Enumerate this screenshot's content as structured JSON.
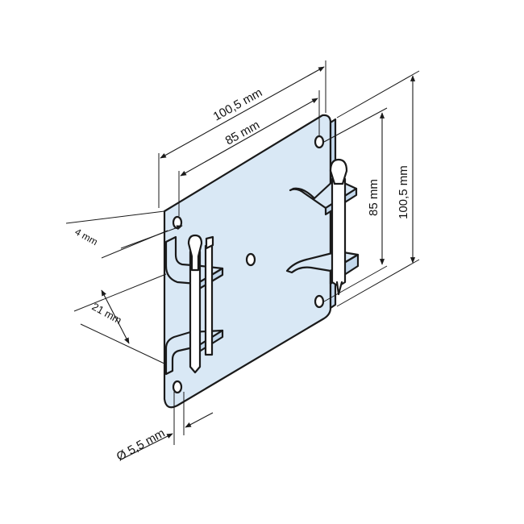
{
  "dimensions": {
    "width_overall": "100,5 mm",
    "width_holes": "85 mm",
    "height_holes": "85 mm",
    "height_overall": "100,5 mm",
    "edge_offset": "4 mm",
    "clip_depth": "21 mm",
    "hole_diameter": "Ø 5,5 mm"
  },
  "colors": {
    "plate_fill": "#d9e8f5",
    "plate_shade": "#c3d8ec",
    "line": "#1a1a1a",
    "background": "#ffffff"
  }
}
